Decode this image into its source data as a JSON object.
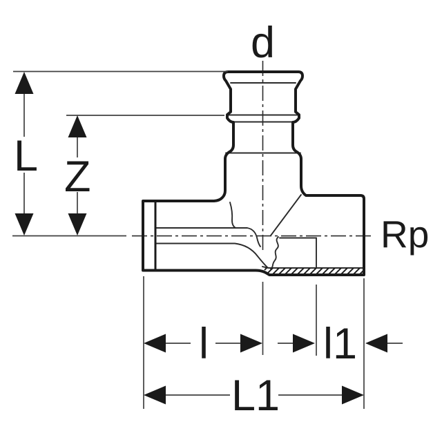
{
  "drawing": {
    "labels": {
      "branch_diameter": "d",
      "total_height": "L",
      "center_height": "Z",
      "thread_size": "Rp",
      "insertion_length": "l",
      "thread_length": "l1",
      "total_length": "L1"
    }
  },
  "colors": {
    "background": "#ffffff",
    "contour": "#1a1a1a",
    "inner_lines": "#2b2b2b",
    "dimension_lines": "#3f3f3f",
    "text": "#1a1a1a"
  }
}
